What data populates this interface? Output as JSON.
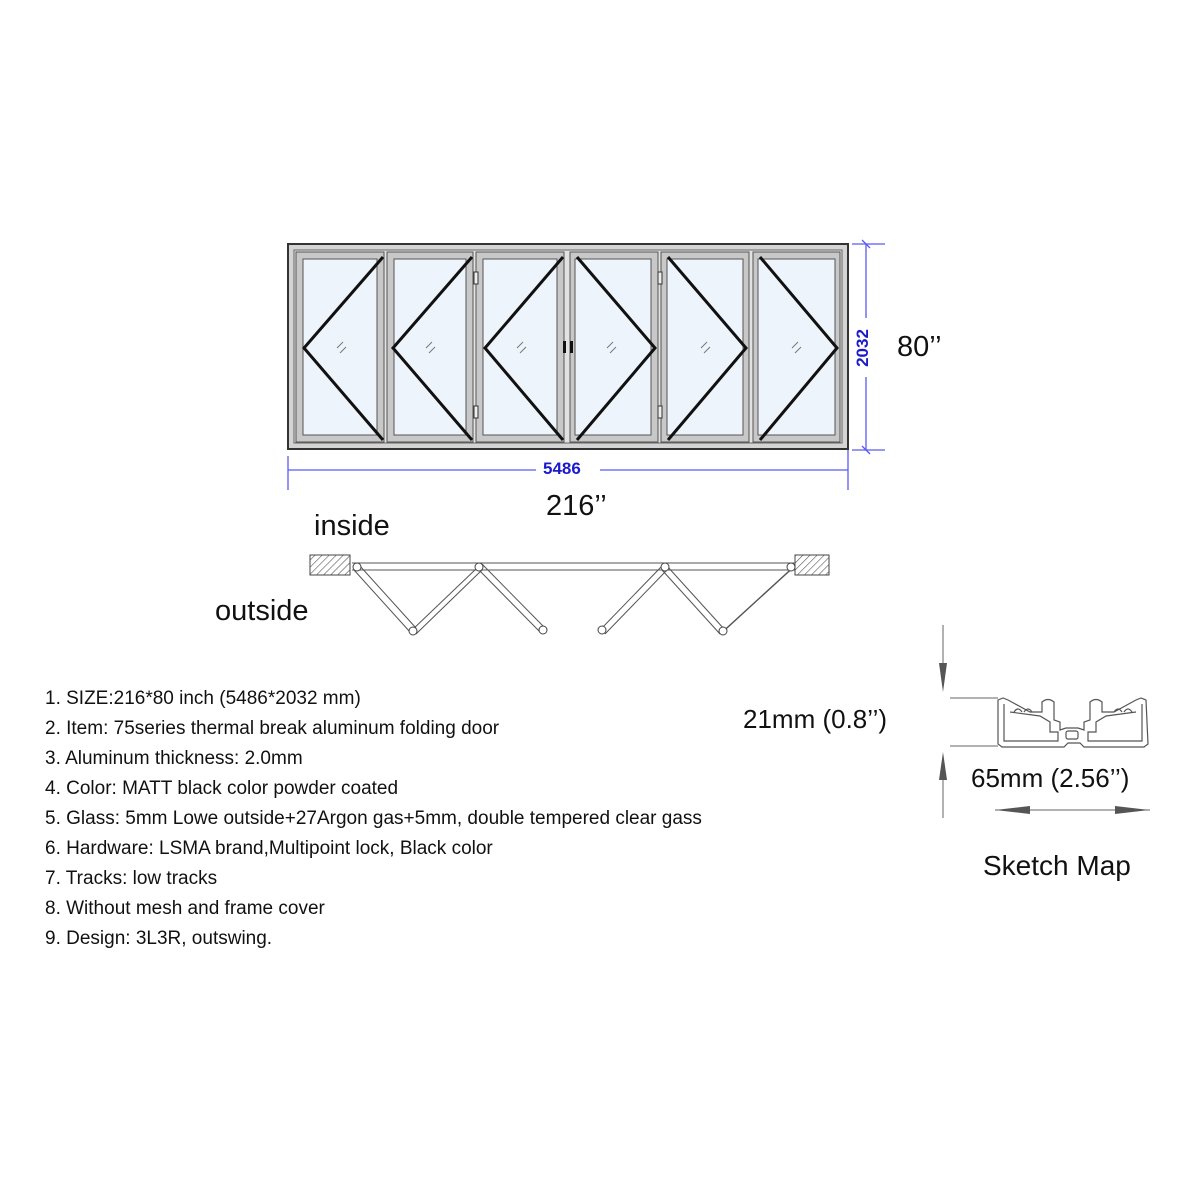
{
  "elevation": {
    "panel_count": 6,
    "width_mm": "5486",
    "height_mm": "2032",
    "width_in": "216’’",
    "height_in": "80’’",
    "dimension_color": "#1a1acc",
    "glass_color": "#eef4fb",
    "frame_color": "#cfcfcf"
  },
  "plan_view": {
    "inside_label": "inside",
    "outside_label": "outside"
  },
  "specs": {
    "items": [
      "1. SIZE:216*80 inch (5486*2032 mm)",
      "2. Item: 75series thermal break aluminum folding door",
      "3. Aluminum thickness: 2.0mm",
      "4. Color: MATT black color powder coated",
      "5. Glass: 5mm Lowe outside+27Argon gas+5mm, double tempered clear gass",
      "6. Hardware: LSMA brand,Multipoint lock, Black color",
      "7. Tracks: low tracks",
      "8. Without mesh and frame cover",
      "9. Design: 3L3R, outswing."
    ]
  },
  "profile": {
    "height_label": "21mm (0.8’’)",
    "width_label": "65mm (2.56’’)",
    "caption": "Sketch Map"
  }
}
